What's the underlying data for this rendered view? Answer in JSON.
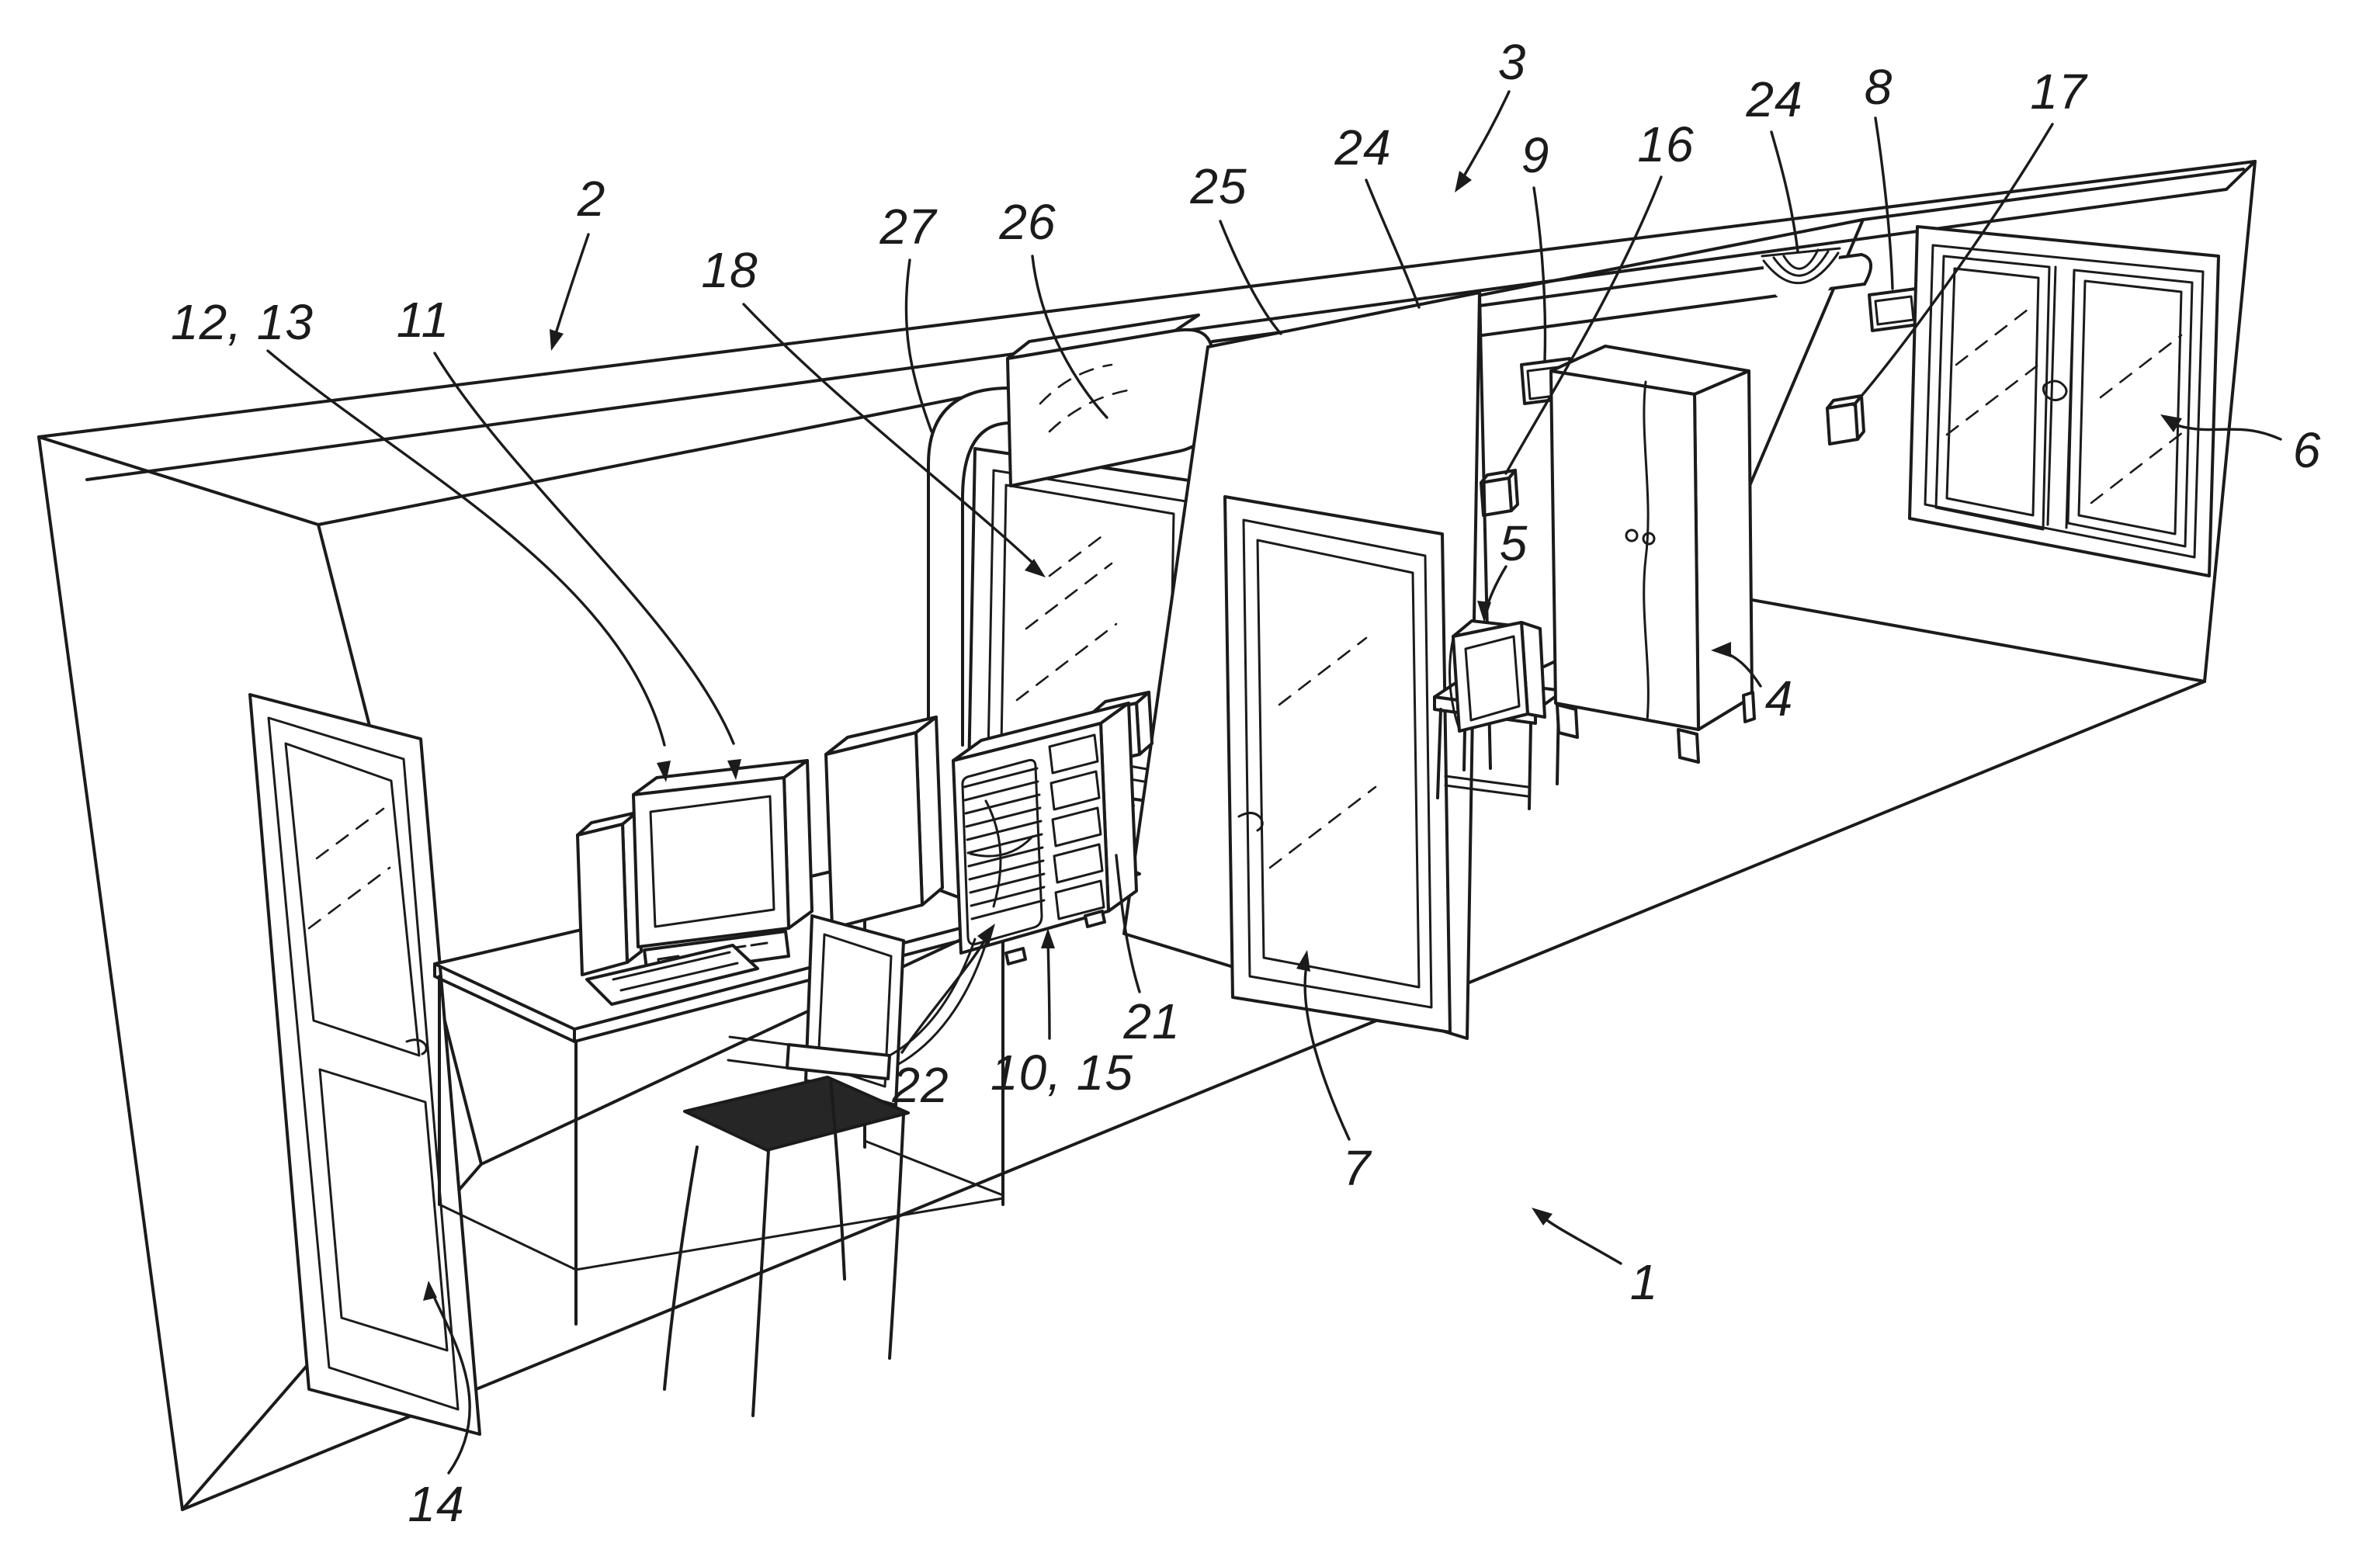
{
  "figure": {
    "type": "patent_isometric_line_drawing",
    "description": "Cutaway perspective view of a dwelling with two rooms showing a ventilation / air treatment system: ceiling duct with diffusers, ceiling unit with down pipe to a floor-standing air unit, wall sensors, furniture (desk with computer, chair, TV on bench, wardrobe), two windows and two doors.",
    "colors": {
      "background": "#ffffff",
      "line": "#1b1b1b"
    },
    "labels": [
      {
        "id": "2",
        "text": "2"
      },
      {
        "id": "12-13",
        "text": "12, 13"
      },
      {
        "id": "11",
        "text": "11"
      },
      {
        "id": "18",
        "text": "18"
      },
      {
        "id": "27",
        "text": "27"
      },
      {
        "id": "26",
        "text": "26"
      },
      {
        "id": "25",
        "text": "25"
      },
      {
        "id": "24a",
        "text": "24"
      },
      {
        "id": "3",
        "text": "3"
      },
      {
        "id": "9",
        "text": "9"
      },
      {
        "id": "16",
        "text": "16"
      },
      {
        "id": "24b",
        "text": "24"
      },
      {
        "id": "8",
        "text": "8"
      },
      {
        "id": "17",
        "text": "17"
      },
      {
        "id": "6",
        "text": "6"
      },
      {
        "id": "5",
        "text": "5"
      },
      {
        "id": "4",
        "text": "4"
      },
      {
        "id": "21",
        "text": "21"
      },
      {
        "id": "22",
        "text": "22"
      },
      {
        "id": "10-15",
        "text": "10, 15"
      },
      {
        "id": "7",
        "text": "7"
      },
      {
        "id": "1",
        "text": "1"
      },
      {
        "id": "14",
        "text": "14"
      }
    ]
  }
}
